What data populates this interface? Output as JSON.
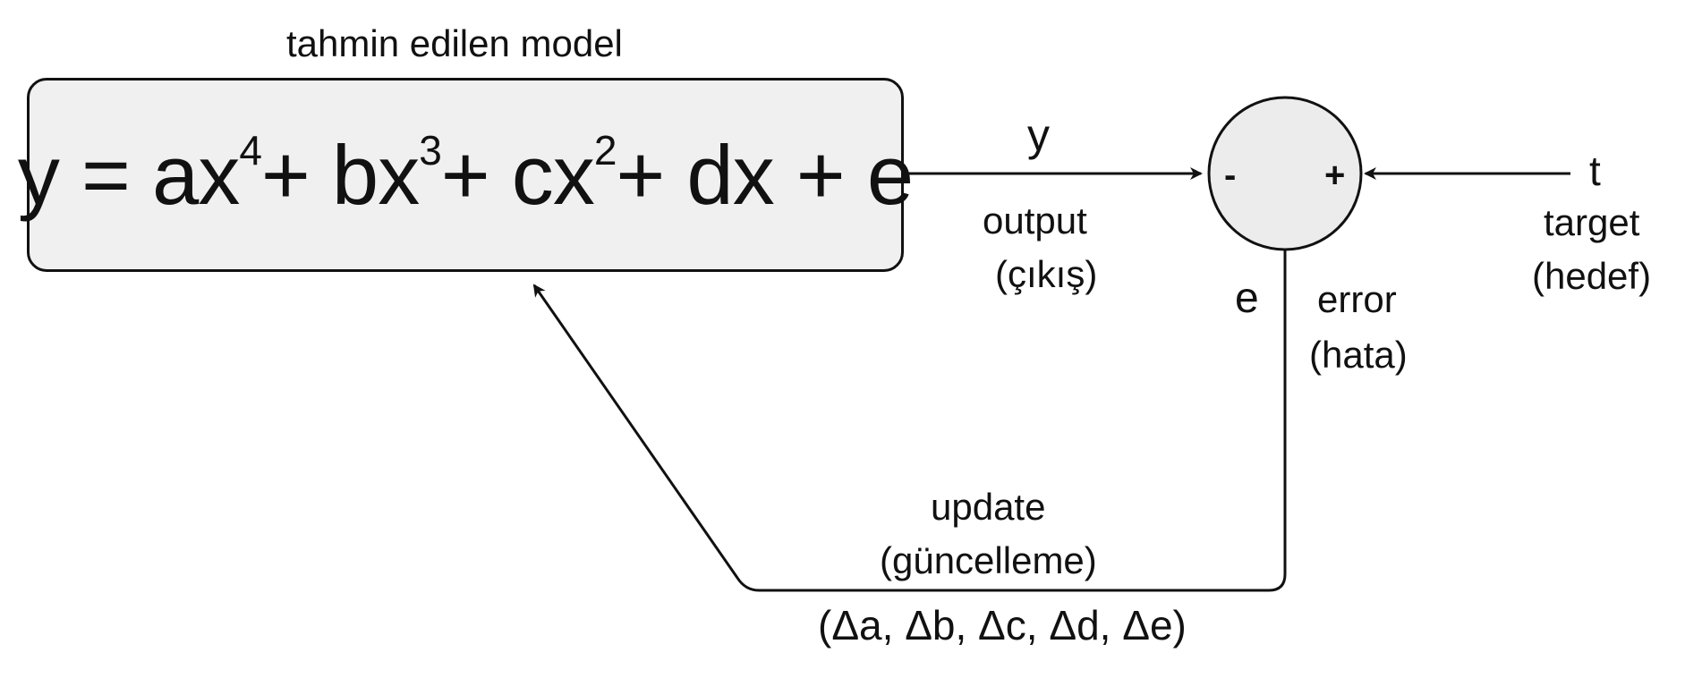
{
  "model": {
    "caption": "tahmin edilen model",
    "equation": {
      "lhs": "y = a",
      "var1": "x",
      "exp1": "4",
      "t2": "+ b",
      "var2": "x",
      "exp2": "3",
      "t3": "+ c",
      "var3": "x",
      "exp3": "2",
      "t4": "+ dx + e"
    }
  },
  "output": {
    "symbol": "y",
    "label": "output",
    "label_tr": "(çıkış)"
  },
  "sum_node": {
    "minus": "-",
    "plus": "+"
  },
  "target": {
    "symbol": "t",
    "label": "target",
    "label_tr": "(hedef)"
  },
  "error": {
    "symbol": "e",
    "label": "error",
    "label_tr": "(hata)"
  },
  "update": {
    "label": "update",
    "label_tr": "(güncelleme)",
    "deltas": "(Δa, Δb, Δc, Δd, Δe)"
  },
  "colors": {
    "stroke": "#111111",
    "box_fill": "#f0f0f0",
    "node_fill": "#ececec"
  }
}
